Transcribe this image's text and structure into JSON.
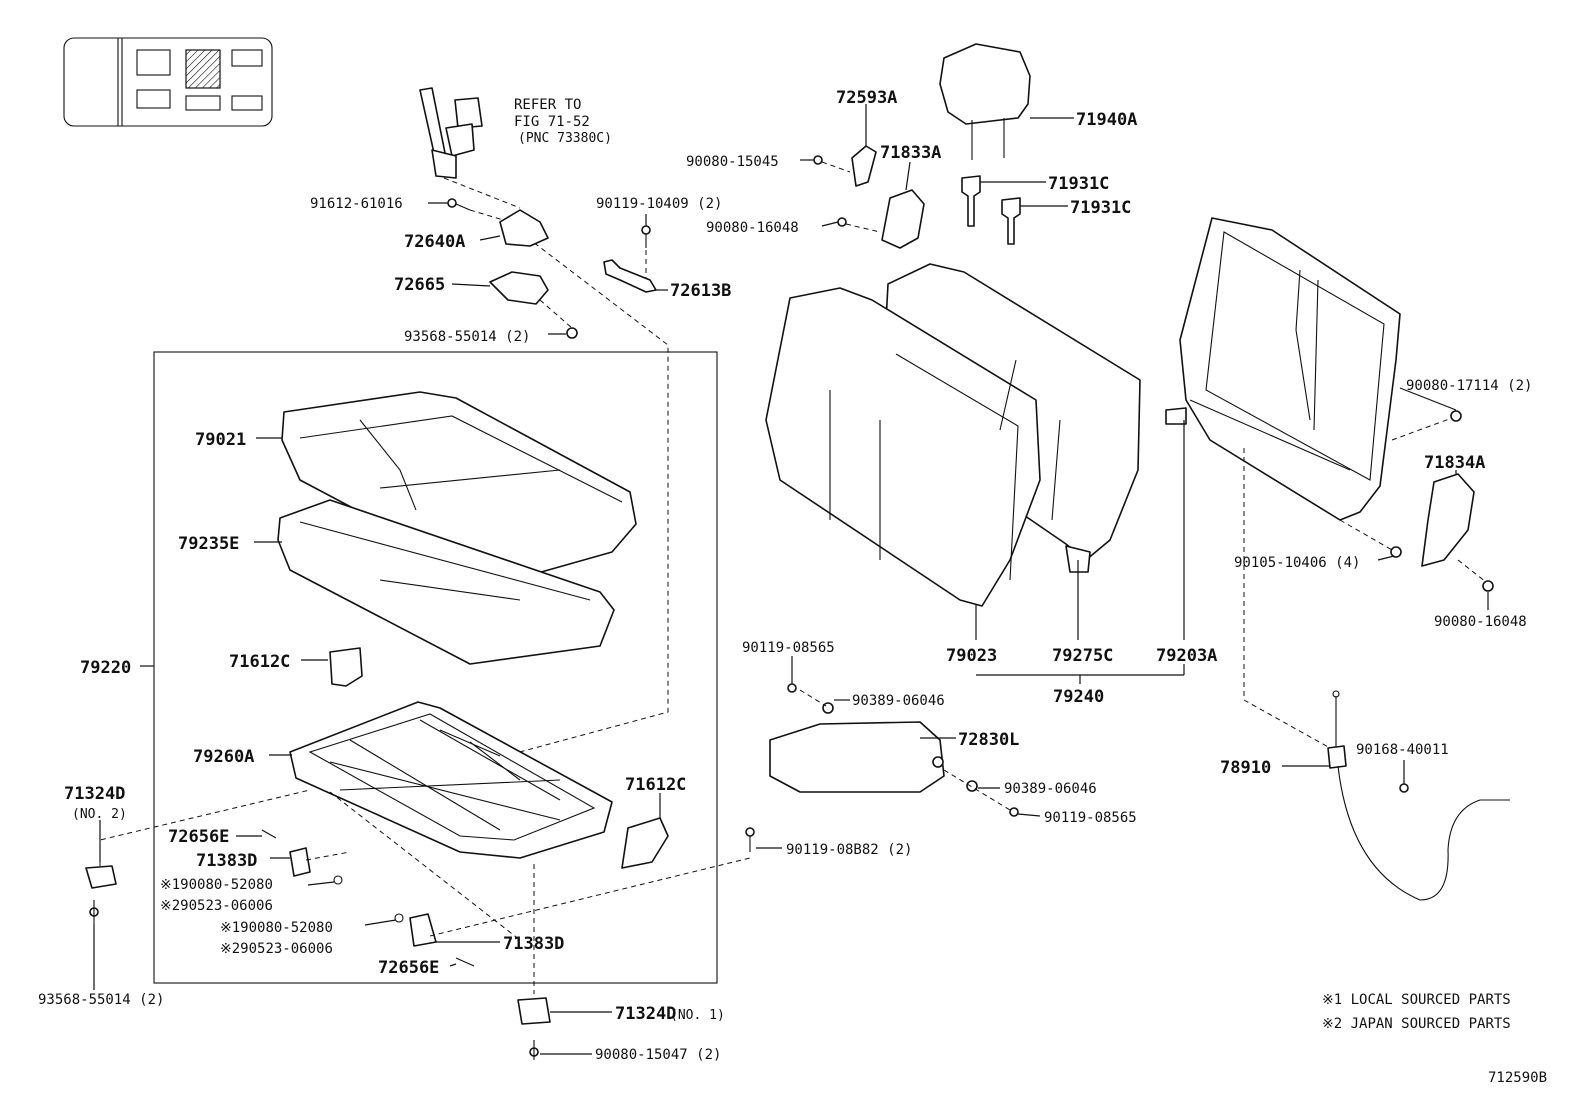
{
  "figure_id": "712590B",
  "refer_note": [
    "REFER TO",
    "FIG 71-52",
    "(PNC 73380C)"
  ],
  "legend": [
    "※1 LOCAL SOURCED PARTS",
    "※2 JAPAN SOURCED PARTS"
  ],
  "labels": {
    "l79220": "79220",
    "l79021": "79021",
    "l79235E": "79235E",
    "l71612C_a": "71612C",
    "l79260A": "79260A",
    "l71612C_b": "71612C",
    "l72656E_a": "72656E",
    "l71383D_a": "71383D",
    "l190080_a": "※190080-52080",
    "l290523_a": "※290523-06006",
    "l190080_b": "※190080-52080",
    "l290523_b": "※290523-06006",
    "l71383D_b": "71383D",
    "l72656E_b": "72656E",
    "l71324D_1": "71324D",
    "l71324D_1_note": "(NO. 1)",
    "l90080_15047": "90080-15047 (2)",
    "l71324D_2": "71324D",
    "l71324D_2_note": "(NO. 2)",
    "l93568_b": "93568-55014 (2)",
    "l91612": "91612-61016",
    "l72640A": "72640A",
    "l72665": "72665",
    "l93568_a": "93568-55014 (2)",
    "l90119_10409": "90119-10409 (2)",
    "l72613B": "72613B",
    "l72593A": "72593A",
    "l90080_15045": "90080-15045",
    "l71833A": "71833A",
    "l90080_16048_a": "90080-16048",
    "l71940A": "71940A",
    "l71931C_a": "71931C",
    "l71931C_b": "71931C",
    "l90080_17114": "90080-17114 (2)",
    "l71834A": "71834A",
    "l90105": "90105-10406 (4)",
    "l90080_16048_b": "90080-16048",
    "l79023": "79023",
    "l79275C": "79275C",
    "l79203A": "79203A",
    "l79240": "79240",
    "l90119_08565_a": "90119-08565",
    "l90389_a": "90389-06046",
    "l72830L": "72830L",
    "l90389_b": "90389-06046",
    "l90119_08565_b": "90119-08565",
    "l90119_08B82": "90119-08B82 (2)",
    "l78910": "78910",
    "l90168": "90168-40011"
  }
}
